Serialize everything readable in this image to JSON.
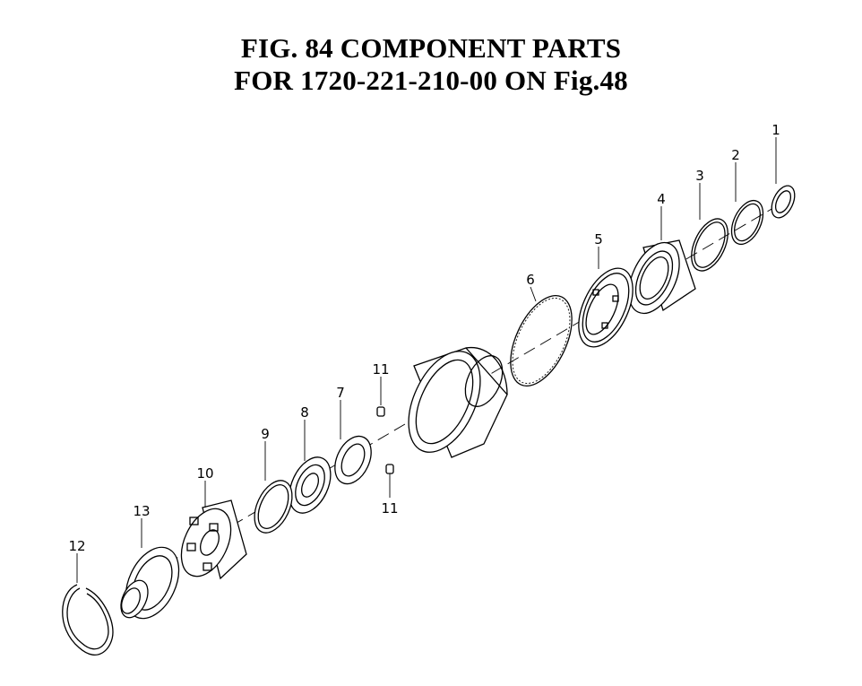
{
  "title": {
    "line1": "FIG. 84  COMPONENT PARTS",
    "line2": "FOR 1720-221-210-00 ON Fig.48"
  },
  "callouts": [
    "1",
    "2",
    "3",
    "4",
    "5",
    "6",
    "7",
    "8",
    "9",
    "10",
    "11",
    "11",
    "12",
    "13"
  ]
}
